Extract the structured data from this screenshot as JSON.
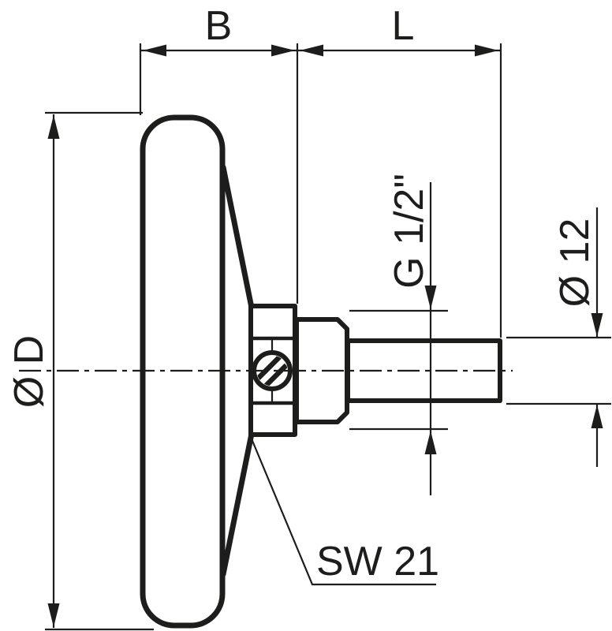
{
  "drawing": {
    "type": "technical-drawing",
    "subject": "dial thermometer side view with back stem",
    "background_color": "#ffffff",
    "line_color": "#1d1d1b",
    "labels": {
      "case_depth": "B",
      "stem_length": "L",
      "dial_diameter": "Ø D",
      "thread_size": "G 1/2\"",
      "stem_diameter": "Ø 12",
      "wrench_size": "SW 21"
    }
  }
}
